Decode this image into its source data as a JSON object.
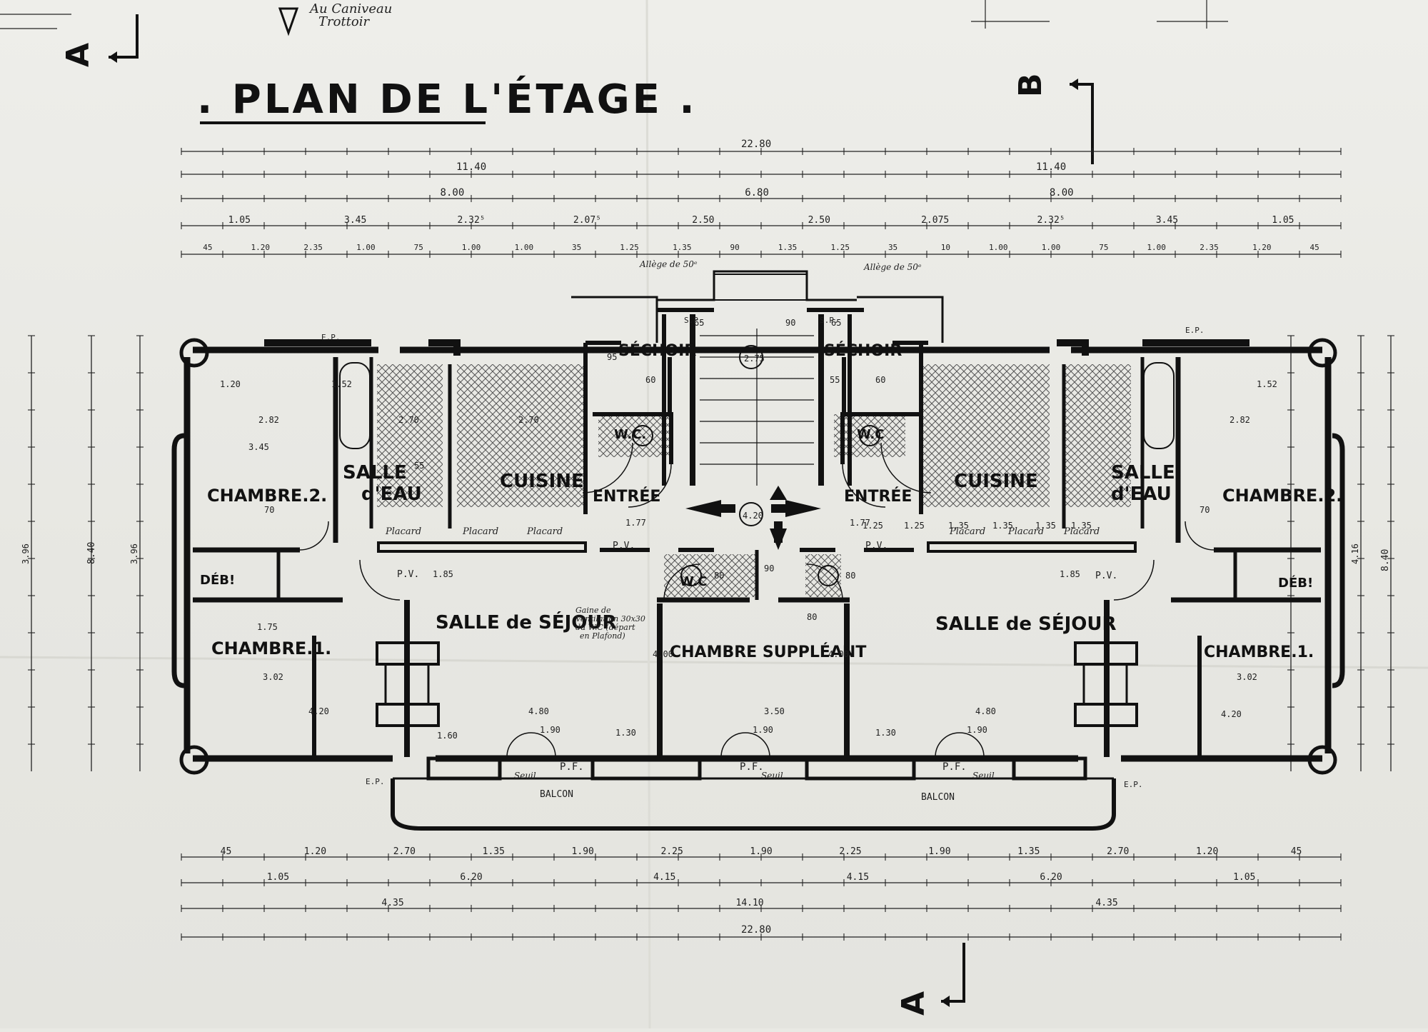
{
  "title": ". PLAN DE L'ÉTAGE .",
  "section_labels": {
    "a_top": "A",
    "b_top": "B",
    "a_bottom": "A"
  },
  "note_caniveau": [
    "Au Caniveau",
    "Trottoir"
  ],
  "allege": {
    "left": "Allège de 50ᵉ",
    "right": "Allège de 50ᵉ"
  },
  "rooms": {
    "left_chambre2": "CHAMBRE.2.",
    "left_salle_eau": [
      "SALLE",
      "d'EAU"
    ],
    "left_cuisine": "CUISINE",
    "left_entree": "ENTRÉE",
    "left_sechoir": "SÉCHOIR",
    "left_wc": "W.C.",
    "left_deb": "DÉB!",
    "left_chambre1": "CHAMBRE.1.",
    "left_sejour": "SALLE de SÉJOUR",
    "chambre_suppleant": "CHAMBRE SUPPLÉANT",
    "center_wc": "W.C",
    "right_sechoir": "SÉCHOIR",
    "right_wc": "W.C",
    "right_entree": "ENTRÉE",
    "right_cuisine": "CUISINE",
    "right_salle_eau": [
      "SALLE",
      "d'EAU"
    ],
    "right_chambre2": "CHAMBRE.2.",
    "right_deb": "DÉB!",
    "right_sejour": "SALLE de SÉJOUR",
    "right_chambre1": "CHAMBRE.1."
  },
  "labels": {
    "placards": [
      "Placard",
      "Placard",
      "Placard",
      "Placard",
      "Placard",
      "Placard"
    ],
    "pv": [
      "P.V.",
      "P.V.",
      "P.V.",
      "P.V."
    ],
    "pf": [
      "P.F.",
      "P.F.",
      "P.F."
    ],
    "seuil": [
      "Seuil",
      "Seuil",
      "Seuil"
    ],
    "balcon": [
      "BALCON",
      "BALCON"
    ],
    "ep": [
      "E.P.",
      "E.P.",
      "E.P.",
      "E.P."
    ],
    "sp": [
      "S.P.",
      "S.P."
    ],
    "gaine_note": [
      "Gaine de",
      "Ventilation 30x30",
      "du W.C (départ",
      "en Plafond)"
    ],
    "landing": [
      "2.75",
      "4.20"
    ]
  },
  "dimensions": {
    "top_total": "22.80",
    "top_halves": [
      "11.40",
      "11.40"
    ],
    "top_row3": [
      "8.00",
      "6.80",
      "8.00"
    ],
    "top_row4": [
      "1.05",
      "3.45",
      "2.32⁵",
      "2.07⁵",
      "2.50",
      "2.50",
      "2.075",
      "2.32⁵",
      "3.45",
      "1.05"
    ],
    "top_row5": [
      "45",
      "1.20",
      "2.35",
      "1.00",
      "75",
      "1.00",
      "1.00",
      "35",
      "1.25",
      "1.35",
      "90",
      "1.35",
      "1.25",
      "35",
      "10",
      "1.00",
      "1.00",
      "75",
      "1.00",
      "2.35",
      "1.20",
      "45"
    ],
    "bottom_row1": [
      "45",
      "1.20",
      "2.70",
      "1.35",
      "1.90",
      "2.25",
      "1.90",
      "2.25",
      "1.90",
      "1.35",
      "2.70",
      "1.20",
      "45"
    ],
    "bottom_row2": [
      "1.05",
      "6.20",
      "4.15",
      "4.15",
      "6.20",
      "1.05"
    ],
    "bottom_row3": [
      "4.35",
      "14.10",
      "4.35"
    ],
    "bottom_total": "22.80",
    "left_side": [
      "8.40",
      "3.96",
      "3.96"
    ],
    "right_side": [
      "8.40",
      "4.16"
    ],
    "interior": [
      "2.82",
      "3.45",
      "1.52",
      "1.20",
      "2.70",
      "2.70",
      "1.77",
      "1.77",
      "4.80",
      "3.50",
      "4.80",
      "4.20",
      "4.20",
      "1.60",
      "1.30",
      "1.30",
      "1.75",
      "3.02",
      "3.02",
      "4.00",
      "4.00",
      "1.85",
      "1.85",
      "1.90",
      "1.90",
      "1.90",
      "2.82",
      "1.52",
      "1.35",
      "1.35",
      "1.25",
      "1.25",
      "1.35",
      "1.35",
      "55",
      "60",
      "65",
      "90",
      "65",
      "55",
      "60",
      "95",
      "70",
      "70",
      "80",
      "80",
      "90",
      "80"
    ]
  }
}
